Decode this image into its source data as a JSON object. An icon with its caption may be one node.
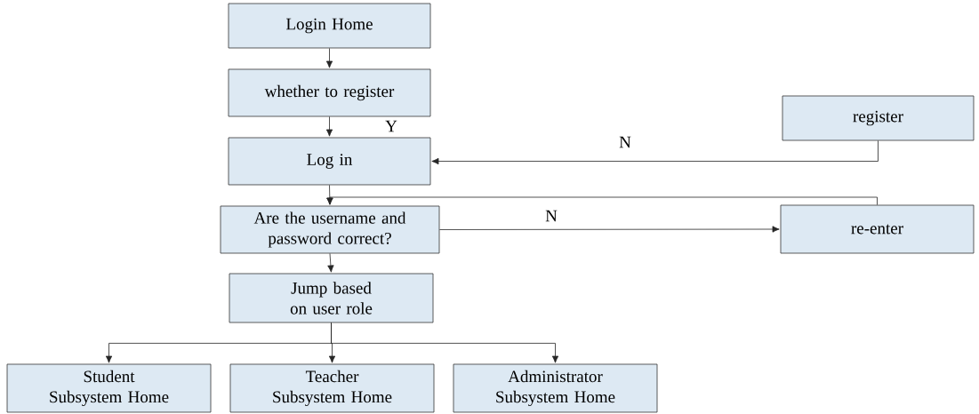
{
  "diagram": {
    "nodes": [
      {
        "text": [
          "Login Home"
        ]
      },
      {
        "text": [
          "whether to register"
        ]
      },
      {
        "text": [
          "Log in"
        ]
      },
      {
        "text": [
          "Are the username and password correct?"
        ]
      },
      {
        "text": [
          "Jump based on user role"
        ]
      },
      {
        "text": [
          "Student Subsystem Home"
        ]
      },
      {
        "text": [
          "Teacher Subsystem Home"
        ]
      },
      {
        "text": [
          "Administrator Subsystem Home"
        ]
      },
      {
        "text": [
          "register"
        ]
      },
      {
        "text": [
          "re-enter"
        ]
      }
    ],
    "edges": [
      {
        "from": 0,
        "to": 1,
        "arrow": "to"
      },
      {
        "from": 1,
        "to": 2,
        "arrow": "to",
        "label": "Y"
      },
      {
        "from": 8,
        "to": 2,
        "arrow": "to",
        "label": "N"
      },
      {
        "from": 2,
        "to": 3,
        "arrow": "to"
      },
      {
        "from": 3,
        "to": 9,
        "arrow": "to",
        "label": "N"
      },
      {
        "from": 9,
        "to": 3,
        "arrow": "to"
      },
      {
        "from": 3,
        "to": 4,
        "arrow": "to"
      },
      {
        "from": 4,
        "to": 5,
        "arrow": "to"
      },
      {
        "from": 4,
        "to": 6,
        "arrow": "to"
      },
      {
        "from": 4,
        "to": 7,
        "arrow": "to"
      }
    ]
  }
}
